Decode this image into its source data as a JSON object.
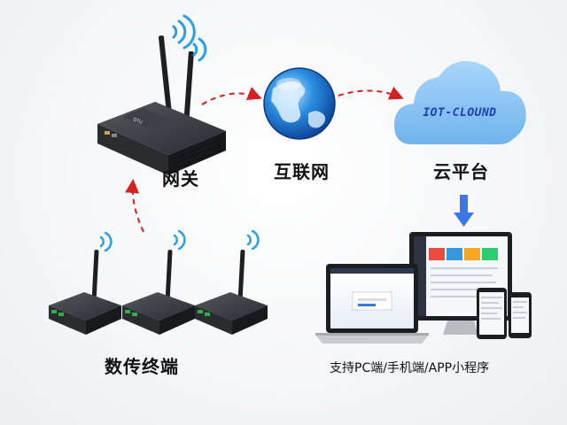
{
  "labels": {
    "gateway": "网关",
    "internet": "互联网",
    "cloud_platform": "云平台",
    "dtu": "数传终端",
    "clients": "支持PC端/手机端/APP小程序"
  },
  "cloud": {
    "text": "IOT-CLOUND"
  },
  "colors": {
    "arrow_dashed": "#d42020",
    "arrow_down": "#3a78e6",
    "wifi": "#2aa0e0",
    "cloud": "#8ec5f2",
    "device_body": "#2b2d31"
  },
  "icons": {
    "gateway": "gateway-router-icon",
    "internet": "globe-icon",
    "cloud": "cloud-icon",
    "dtu": "dtu-device-icon",
    "clients": "pc-phone-tablet-icon"
  }
}
